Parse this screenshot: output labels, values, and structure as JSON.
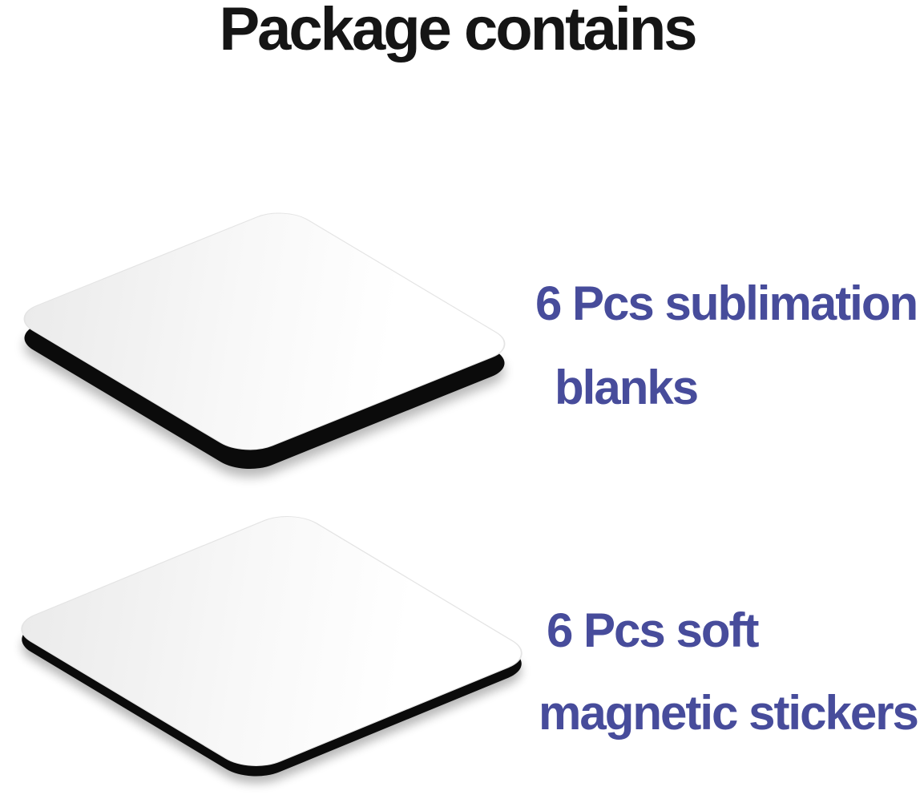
{
  "title": {
    "text": "Package contains"
  },
  "colors": {
    "background": "#ffffff",
    "title_text": "#151515",
    "label_text": "#474c9b",
    "pad_edge": "#0b0b0b",
    "pad_surface_tint": "#eaeaea"
  },
  "products": [
    {
      "id": "sublimation-blanks",
      "label_lines": [
        "6 Pcs sublimation",
        "blanks"
      ]
    },
    {
      "id": "magnetic-stickers",
      "label_lines": [
        "6 Pcs soft",
        "magnetic stickers"
      ]
    }
  ]
}
